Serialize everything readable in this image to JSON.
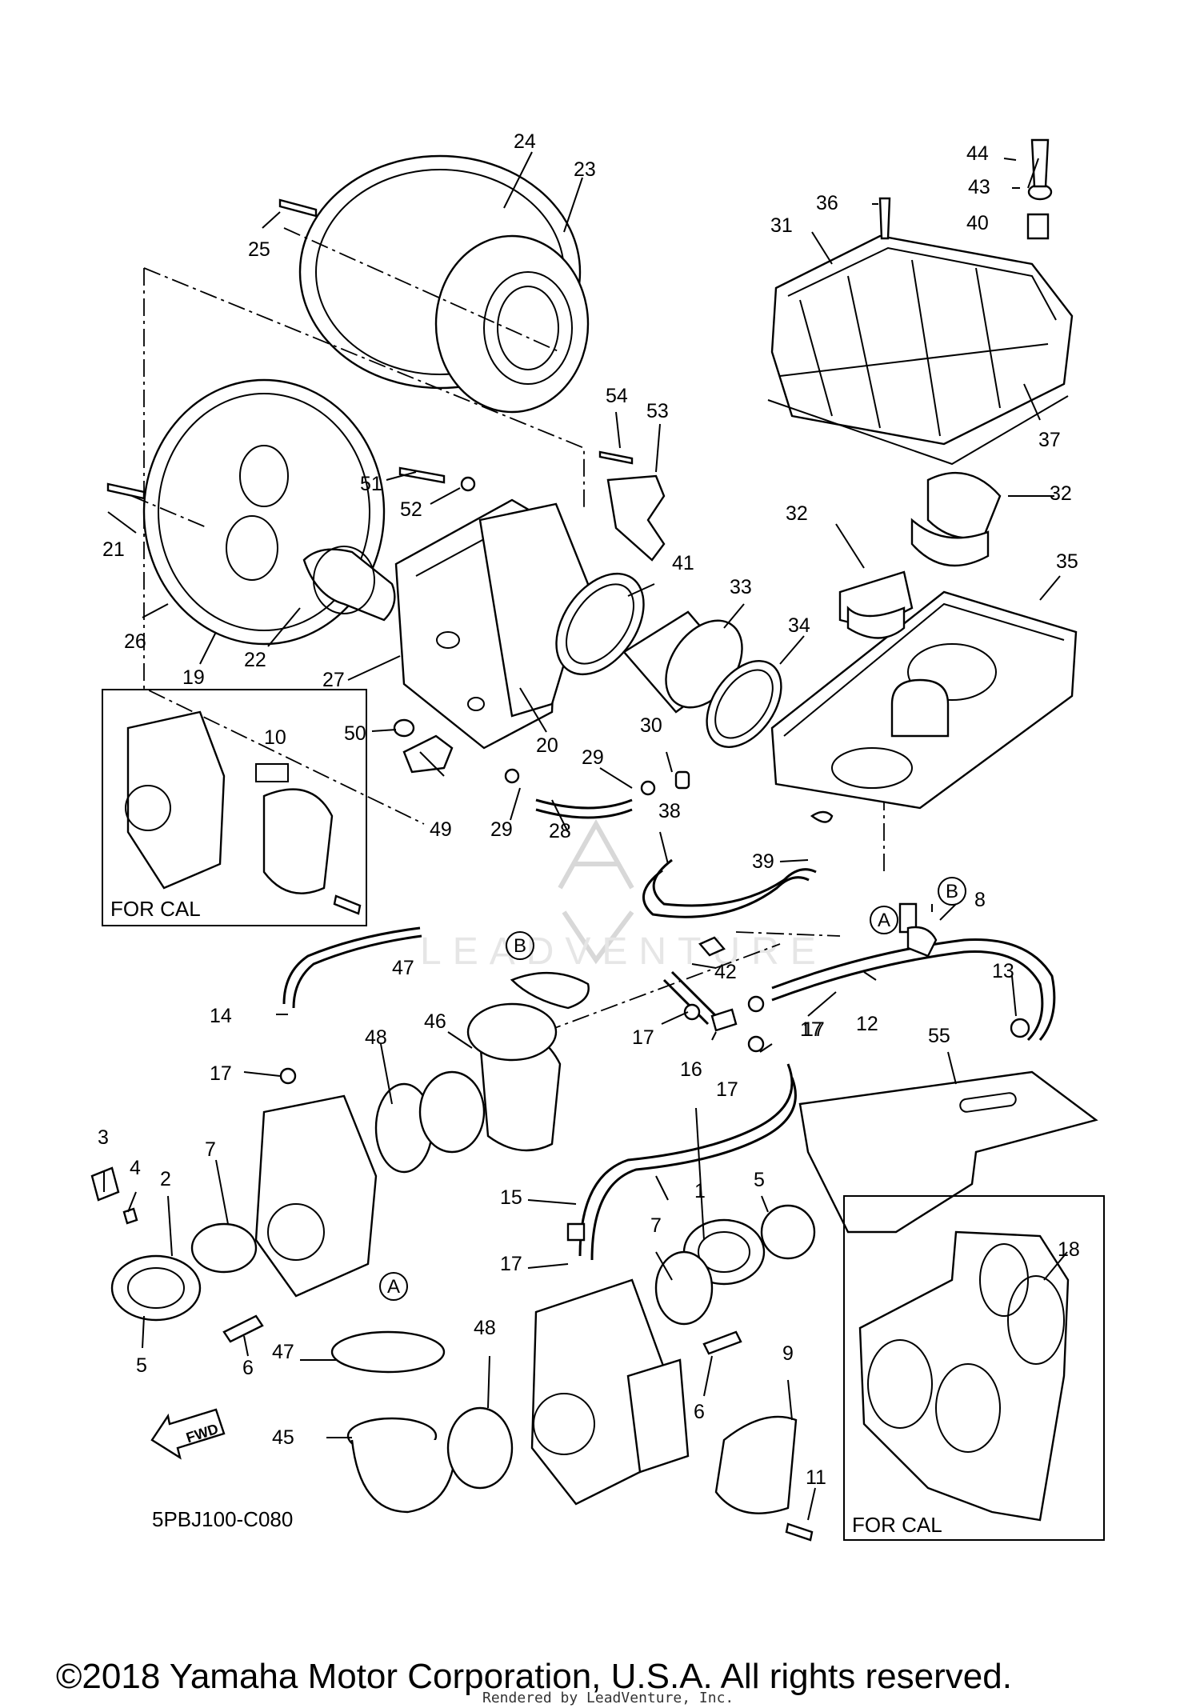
{
  "diagram": {
    "part_labels": [
      "1",
      "2",
      "3",
      "4",
      "5",
      "5",
      "6",
      "6",
      "7",
      "7",
      "8",
      "9",
      "10",
      "11",
      "12",
      "13",
      "14",
      "15",
      "16",
      "17",
      "17",
      "17",
      "17",
      "17",
      "17",
      "18",
      "19",
      "20",
      "21",
      "22",
      "23",
      "24",
      "25",
      "26",
      "27",
      "28",
      "29",
      "29",
      "30",
      "31",
      "32",
      "32",
      "33",
      "34",
      "35",
      "36",
      "37",
      "38",
      "39",
      "40",
      "41",
      "42",
      "43",
      "44",
      "45",
      "46",
      "47",
      "47",
      "48",
      "48",
      "49",
      "50",
      "51",
      "52",
      "53",
      "54",
      "55"
    ],
    "ref_letters": [
      "A",
      "A",
      "B",
      "B"
    ],
    "inset_caption": "FOR CAL",
    "inset_caption_2": "FOR CAL",
    "diagram_code": "5PBJ100-C080",
    "fwd_label": "FWD",
    "copyright": "©2018 Yamaha Motor Corporation, U.S.A. All rights reserved.",
    "rendered_by": "Rendered by LeadVenture, Inc.",
    "watermark": "LEADVENTURE"
  }
}
